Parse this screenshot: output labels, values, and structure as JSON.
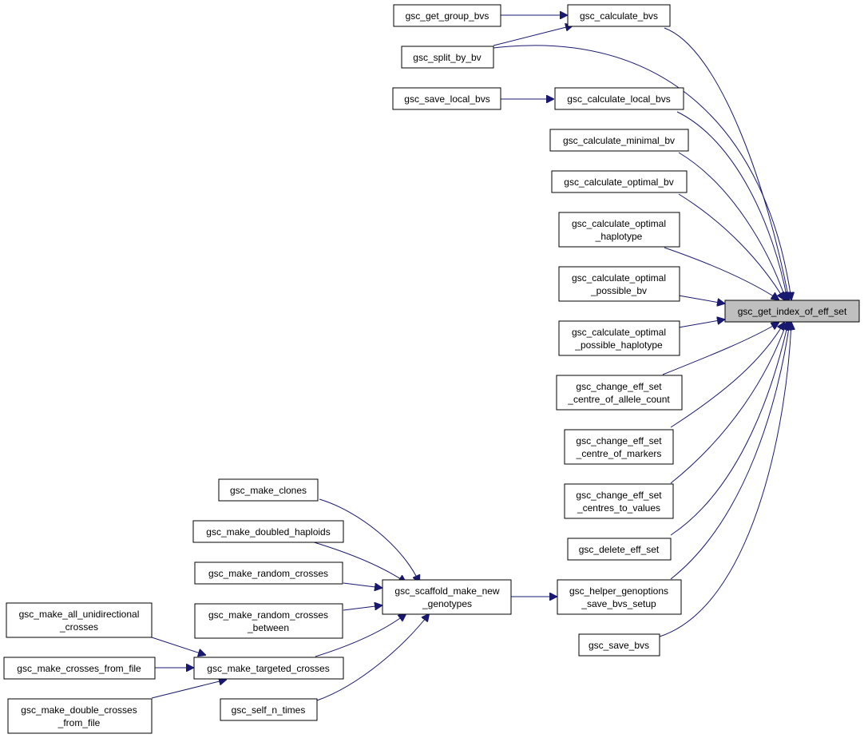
{
  "colors": {
    "edge": "#191970",
    "node_border": "#000000",
    "highlight_fill": "#bfbfbf"
  },
  "nodes": {
    "get_group_bvs": [
      "gsc_get_group_bvs"
    ],
    "split_by_bv": [
      "gsc_split_by_bv"
    ],
    "save_local_bvs": [
      "gsc_save_local_bvs"
    ],
    "calculate_bvs": [
      "gsc_calculate_bvs"
    ],
    "calculate_local_bvs": [
      "gsc_calculate_local_bvs"
    ],
    "calculate_minimal_bv": [
      "gsc_calculate_minimal_bv"
    ],
    "calculate_optimal_bv": [
      "gsc_calculate_optimal_bv"
    ],
    "calculate_optimal_haplotype": [
      "gsc_calculate_optimal",
      "_haplotype"
    ],
    "calculate_optimal_possible_bv": [
      "gsc_calculate_optimal",
      "_possible_bv"
    ],
    "calculate_optimal_possible_haplotype": [
      "gsc_calculate_optimal",
      "_possible_haplotype"
    ],
    "change_eff_set_centre_of_allele_count": [
      "gsc_change_eff_set",
      "_centre_of_allele_count"
    ],
    "change_eff_set_centre_of_markers": [
      "gsc_change_eff_set",
      "_centre_of_markers"
    ],
    "change_eff_set_centres_to_values": [
      "gsc_change_eff_set",
      "_centres_to_values"
    ],
    "delete_eff_set": [
      "gsc_delete_eff_set"
    ],
    "helper_genoptions_save_bvs_setup": [
      "gsc_helper_genoptions",
      "_save_bvs_setup"
    ],
    "save_bvs": [
      "gsc_save_bvs"
    ],
    "get_index_of_eff_set": [
      "gsc_get_index_of_eff_set"
    ],
    "make_clones": [
      "gsc_make_clones"
    ],
    "make_doubled_haploids": [
      "gsc_make_doubled_haploids"
    ],
    "make_random_crosses": [
      "gsc_make_random_crosses"
    ],
    "make_random_crosses_between": [
      "gsc_make_random_crosses",
      "_between"
    ],
    "scaffold_make_new_genotypes": [
      "gsc_scaffold_make_new",
      "_genotypes"
    ],
    "make_all_unidirectional_crosses": [
      "gsc_make_all_unidirectional",
      "_crosses"
    ],
    "make_crosses_from_file": [
      "gsc_make_crosses_from_file"
    ],
    "make_double_crosses_from_file": [
      "gsc_make_double_crosses",
      "_from_file"
    ],
    "make_targeted_crosses": [
      "gsc_make_targeted_crosses"
    ],
    "self_n_times": [
      "gsc_self_n_times"
    ]
  }
}
